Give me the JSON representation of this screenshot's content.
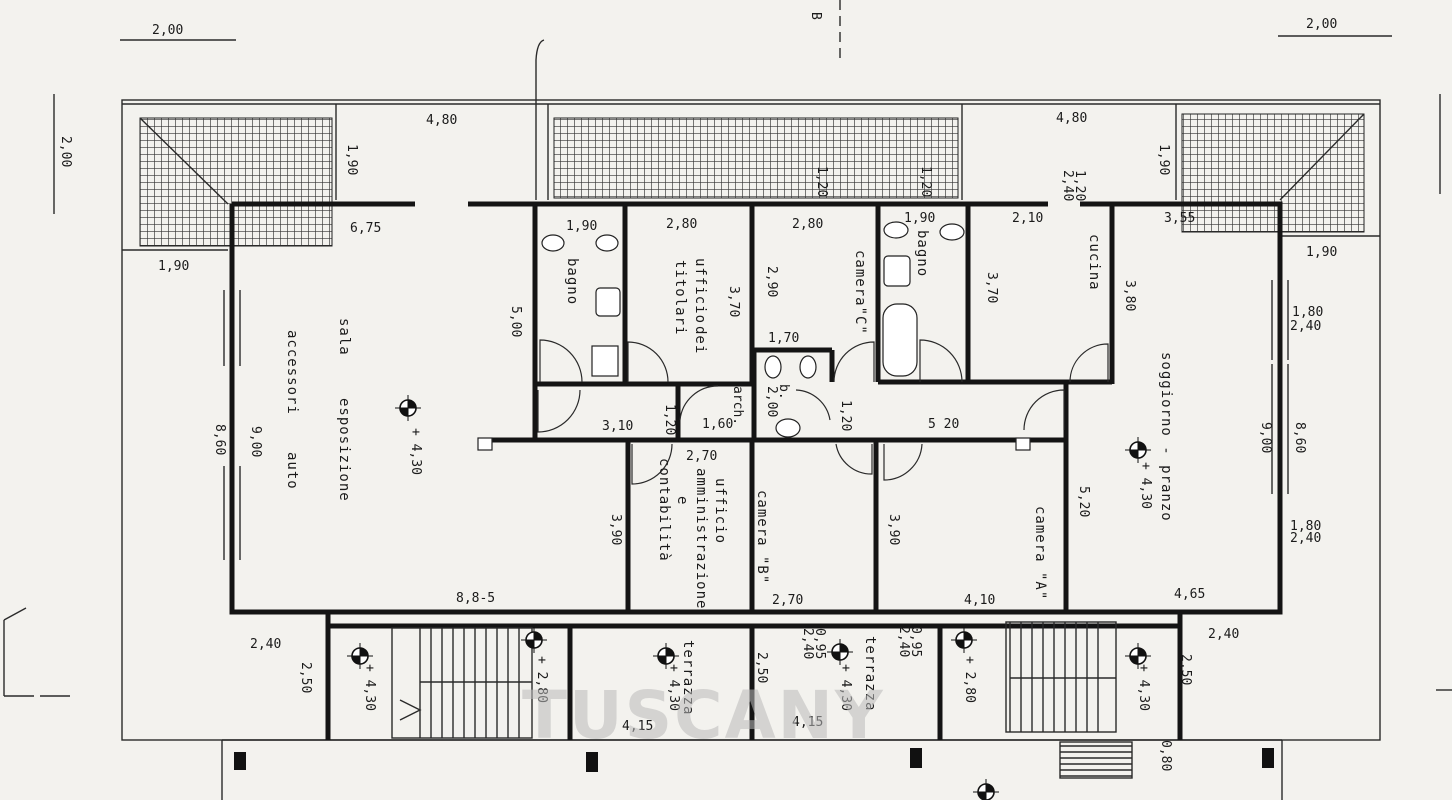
{
  "watermark": "TUSCANY",
  "section_marker": "B",
  "rooms": {
    "sala": "sala",
    "esposizione": "esposizione",
    "accessori": "accessori",
    "auto": "auto",
    "bagno_1": "bagno",
    "ufficio_titolari_1": "ufficio",
    "ufficio_titolari_2": "dei",
    "ufficio_titolari_3": "titolari",
    "camera_c": "camera\"C\"",
    "bagno_2": "bagno",
    "cucina": "cucina",
    "soggiorno": "soggiorno - pranzo",
    "arch": "arch.",
    "b": "b.",
    "ufficio_amm_1": "ufficio",
    "ufficio_amm_2": "amministrazione",
    "ufficio_amm_3": "e",
    "ufficio_amm_4": "contabilità",
    "camera_b": "camera \"B\"",
    "camera_a": "camera \"A\"",
    "terrazza_1": "terrazza",
    "terrazza_2": "terrazza"
  },
  "levels": {
    "sala": "+ 4,30",
    "soggiorno": "+ 4,30",
    "stair_left": "+ 4,30",
    "stair_left_2": "+ 2,80",
    "terrazza_1": "+ 4,30",
    "terrazza_2": "+ 4,30",
    "stair_right": "+ 2,80",
    "stair_right_2": "+ 4,30"
  },
  "dims": {
    "top_left_200": "2,00",
    "top_right_200": "2,00",
    "left_200": "2,00",
    "top_480_l": "4,80",
    "top_480_r": "4,80",
    "d190_a": "1,90",
    "d190_b": "1,90",
    "d190_c": "1,90",
    "d190_d": "1,90",
    "d675": "6,75",
    "d190_bagno": "1,90",
    "d280_a": "2,80",
    "d280_b": "2,80",
    "d190_bagno2": "1,90",
    "d210": "2,10",
    "d355": "3,55",
    "d120_top": "1,20",
    "d240_top": "2,40",
    "d120_top2": "1,20",
    "d120_top3": "1,20",
    "d500": "5,00",
    "d370_a": "3,70",
    "d290": "2,90",
    "d370_b": "3,70",
    "d380": "3,80",
    "d180": "1,80",
    "d240_r": "2,40",
    "d170": "1,70",
    "d200_b": "2,00",
    "d120_a": "1,20",
    "d120_b": "1,20",
    "d310": "3,10",
    "d160": "1,60",
    "d520_h": "5 20",
    "d860_l": "8,60",
    "d900_l": "9,00",
    "d900_r": "9,00",
    "d860_r": "8,60",
    "d270_a": "2,70",
    "d390_a": "3,90",
    "d390_b": "3,90",
    "d520_v": "5,20",
    "d180_b": "1,80",
    "d240_b": "2,40",
    "d885": "8,8-5",
    "d270_b": "2,70",
    "d410": "4,10",
    "d465": "4,65",
    "d240_l": "2,40",
    "d240_rr": "2,40",
    "d250_a": "2,50",
    "d250_b": "2,50",
    "d250_c": "2,50",
    "d095_a": "0,95",
    "d240_c": "2,40",
    "d095_b": "0,95",
    "d240_d": "2,40",
    "d415_a": "4,15",
    "d415_b": "4,15",
    "d080": "0,80"
  }
}
